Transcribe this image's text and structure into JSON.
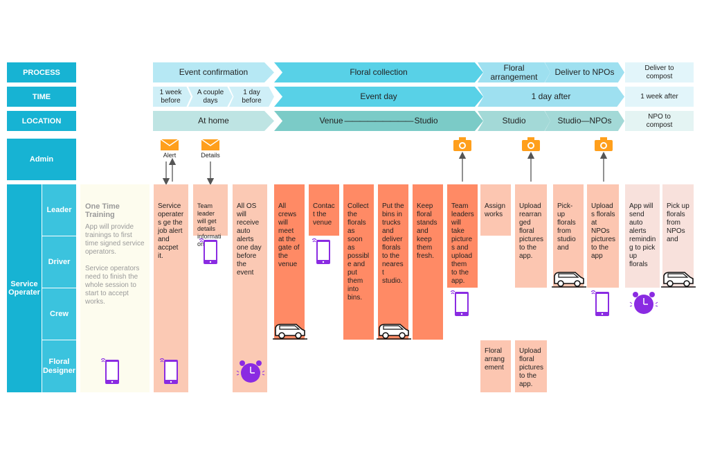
{
  "rows": {
    "process": "PROCESS",
    "time": "TIME",
    "location": "LOCATION",
    "admin": "Admin",
    "service_operator": "Service Operater",
    "leader": "Leader",
    "driver": "Driver",
    "crew": "Crew",
    "floral_designer": "Floral Designer"
  },
  "process": {
    "event_confirmation": "Event confirmation",
    "floral_collection": "Floral collection",
    "floral_arrangement": "Floral arrangement",
    "deliver_to_npos": "Deliver to NPOs",
    "deliver_to_compost": "Deliver to compost"
  },
  "time": {
    "week_before": "1 week before",
    "couple_days": "A couple days",
    "day_before": "1 day before",
    "event_day": "Event day",
    "day_after": "1 day after",
    "week_after": "1 week after"
  },
  "location": {
    "at_home": "At home",
    "venue": "Venue",
    "venue_dashes": "—————————",
    "studio": "Studio",
    "studio2": "Studio",
    "studio_npos": "Studio—NPOs",
    "npo_compost": "NPO to compost"
  },
  "admin": {
    "alert": "Alert",
    "details": "Details"
  },
  "training": {
    "title": "One Time Training",
    "p1": "App will provide trainings to first time signed service operators.",
    "p2": "Service operators need to finish the whole session to start to accept works."
  },
  "cards": {
    "c1": "Service operaters ge the job alert and accpet it.",
    "c2": "Team leader will get details information",
    "c3": "All OS will receive auto alerts one day before the event",
    "c4": "All crews will meet at the gate of the venue",
    "c5": "Contact the venue",
    "c6": "Collect the florals as soon as possible and put them into bins.",
    "c7": "Put the bins in trucks and deliver florals to the nearest studio.",
    "c8": "Keep floral stands and keep them fresh.",
    "c9": "Team leaders will take pictures and upload them to the app.",
    "c10": "Assign works",
    "c11": "Upload rearranged floral pictures to the app.",
    "c12": "Pick-up florals from studio and",
    "c13": "Uploads florals at NPOs pictures to the app",
    "c14": "App will send auto alerts reminding to pick up florals",
    "c15": "Pick up florals from NPOs and",
    "c16": "Floral arrangement",
    "c17": "Upload floral pictures to the app."
  },
  "colors": {
    "row_label": "#17b3d3",
    "orange_icon": "#ff9f1c",
    "purple_icon": "#8a2be2",
    "card_light": "#fbc9b4",
    "card_dark": "#ff8a65"
  },
  "icons": [
    "envelope-icon",
    "camera-icon",
    "phone-icon",
    "truck-icon",
    "alarm-clock-icon",
    "arrow-icon"
  ]
}
